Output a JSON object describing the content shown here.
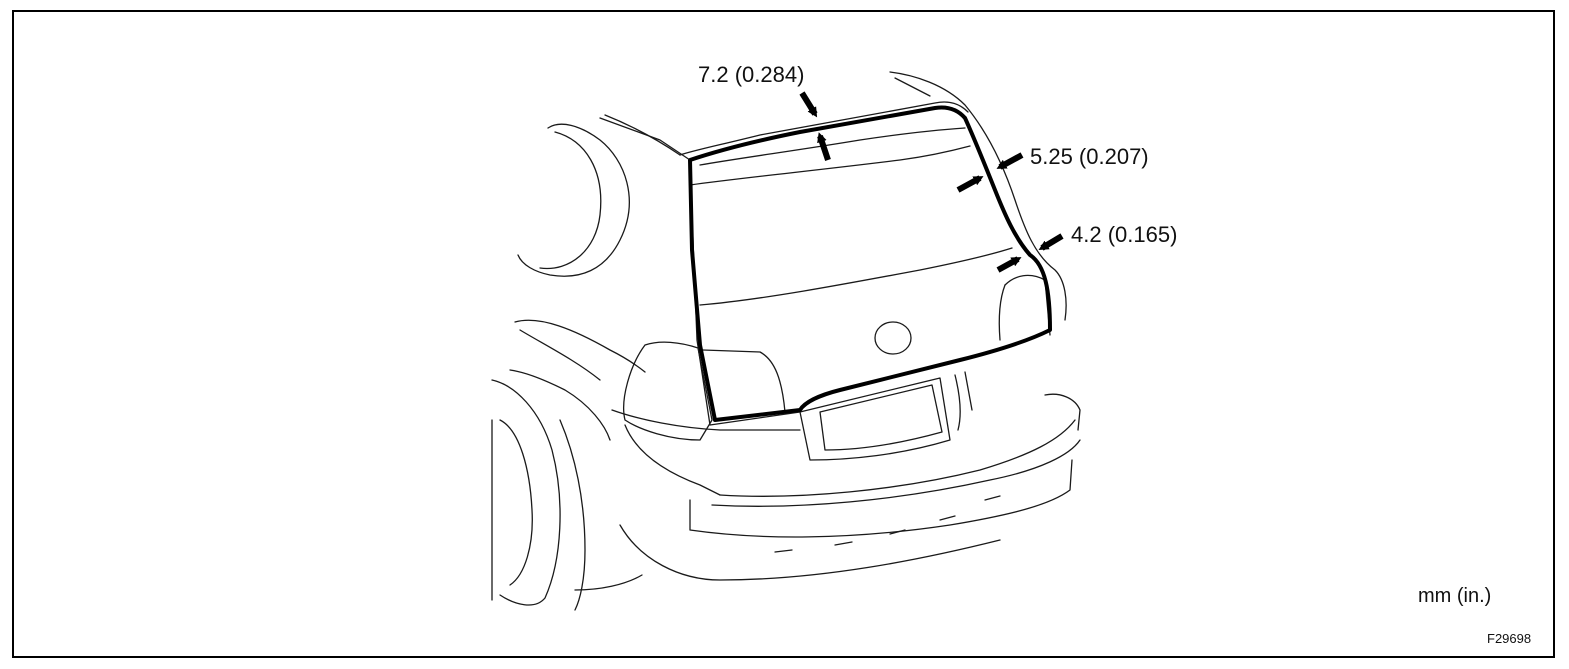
{
  "diagram": {
    "callouts": [
      {
        "id": "top",
        "label": "7.2 (0.284)"
      },
      {
        "id": "side",
        "label": "5.25 (0.207)"
      },
      {
        "id": "lower",
        "label": "4.2 (0.165)"
      }
    ],
    "unit_note": "mm (in.)",
    "figure_code": "F29698"
  }
}
